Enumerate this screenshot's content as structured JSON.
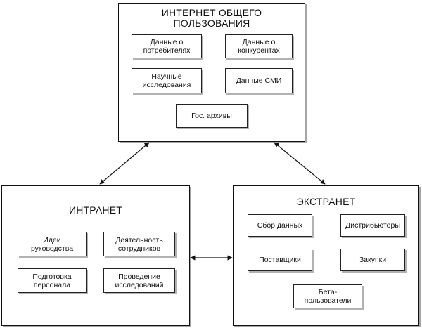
{
  "internet": {
    "title": "ИНТЕРНЕТ ОБЩЕГО\nПОЛЬЗОВАНИЯ",
    "items": [
      "Данные о\nпотребителях",
      "Данные о\nконкурентах",
      "Научные\nисследования",
      "Данные СМИ",
      "Гос. архивы"
    ]
  },
  "intranet": {
    "title": "ИНТРАНЕТ",
    "items": [
      "Идеи\nруководства",
      "Деятельность\nсотрудников",
      "Подготовка\nперсонала",
      "Проведение\nисследований"
    ]
  },
  "extranet": {
    "title": "ЭКСТРАНЕТ",
    "items": [
      "Сбор данных",
      "Дистрибьюторы",
      "Поставщики",
      "Закупки",
      "Бета-\nпользователи"
    ]
  }
}
